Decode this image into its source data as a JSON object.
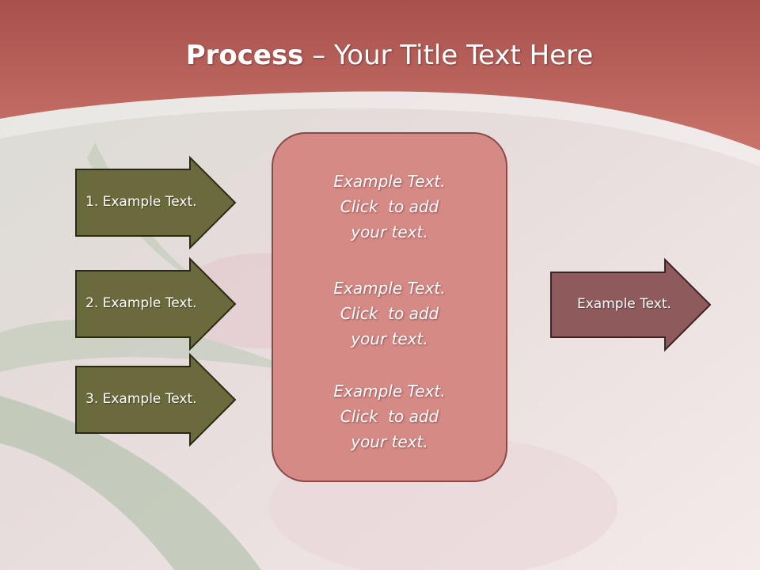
{
  "slide": {
    "title_bold": "Process",
    "title_rest": " – Your Title Text Here",
    "left_arrows": [
      {
        "label": "1. Example Text."
      },
      {
        "label": "2. Example Text."
      },
      {
        "label": "3. Example Text."
      }
    ],
    "center_box": {
      "blocks": [
        [
          "Example Text.",
          "Click  to add",
          "your text."
        ],
        [
          "Example Text.",
          "Click  to add",
          "your text."
        ],
        [
          "Example Text.",
          "Click  to add",
          "your text."
        ]
      ]
    },
    "right_arrow": {
      "label": "Example Text."
    }
  },
  "colors": {
    "header": "#c06860",
    "left_arrow_fill": "#6b6a3c",
    "center_box_fill": "#d68a86",
    "right_arrow_fill": "#8e5a5c"
  }
}
